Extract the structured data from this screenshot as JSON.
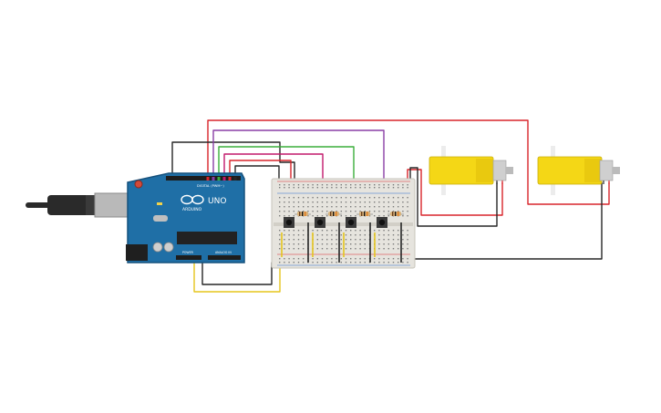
{
  "arduino": {
    "brand_text": "ARDUINO",
    "model_text": "UNO",
    "digital_header_text": "DIGITAL (PWM~)",
    "power_header_text": "POWER",
    "analog_header_text": "ANALOG IN"
  },
  "colors": {
    "board": "#1f6fa6",
    "board_dark": "#17527d",
    "breadboard": "#e6e4de",
    "motor": "#f4d716",
    "wire_red": "#d9252b",
    "wire_black": "#262626",
    "wire_purple": "#8a3ea6",
    "wire_green": "#3aae3a",
    "wire_magenta": "#c2186b",
    "wire_yellow": "#e5c51c",
    "usb_cable": "#2a2a2a"
  },
  "components": {
    "pushbuttons": 4,
    "resistors": 4,
    "motors": 2
  }
}
